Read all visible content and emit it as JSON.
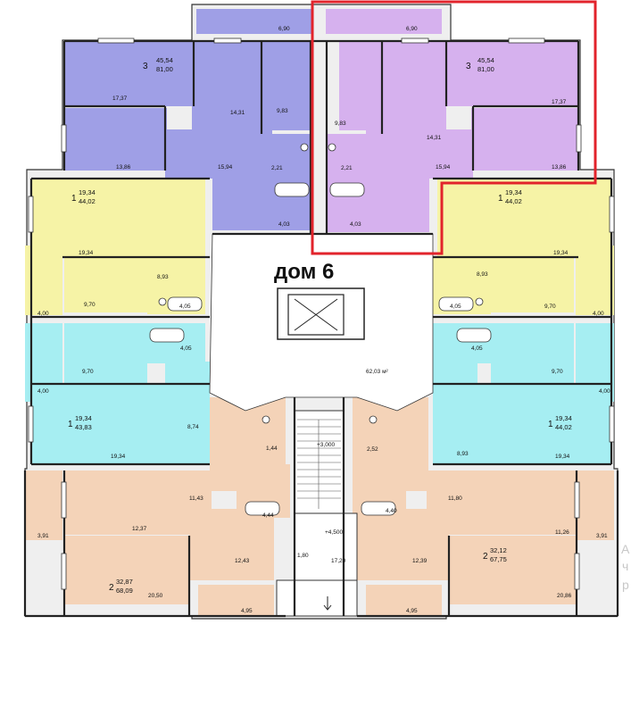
{
  "title": "дом 6",
  "colors": {
    "purple": "#9f9fe6",
    "violet": "#d6b1ee",
    "yellow": "#f6f3a6",
    "cyan": "#a6eef2",
    "peach": "#f4d3b8",
    "highlight": "#e2232b",
    "wall": "#222222"
  },
  "apartments": {
    "nw": {
      "rooms": "3",
      "area_living": "45,54",
      "area_total": "81,00"
    },
    "ne": {
      "rooms": "3",
      "area_living": "45,54",
      "area_total": "81,00"
    },
    "w1": {
      "rooms": "1",
      "area_living": "19,34",
      "area_total": "44,02"
    },
    "e1": {
      "rooms": "1",
      "area_living": "19,34",
      "area_total": "44,02"
    },
    "w2": {
      "rooms": "1",
      "area_living": "19,34",
      "area_total": "43,83"
    },
    "e2": {
      "rooms": "1",
      "area_living": "19,34",
      "area_total": "44,02"
    },
    "sw": {
      "rooms": "2",
      "area_living": "32,87",
      "area_total": "68,09"
    },
    "se": {
      "rooms": "2",
      "area_living": "32,12",
      "area_total": "67,75"
    }
  },
  "room_labels": {
    "nw_balcony": "6,90",
    "nw_r1": "17,37",
    "nw_r2": "14,31",
    "nw_r3": "9,83",
    "nw_r4": "13,86",
    "nw_r5": "15,94",
    "nw_r6": "2,21",
    "nw_r7": "4,03",
    "ne_balcony": "6,90",
    "ne_r1": "9,83",
    "ne_r2": "14,31",
    "ne_r3": "17,37",
    "ne_r4": "13,86",
    "ne_r5": "15,94",
    "ne_r6": "2,21",
    "ne_r7": "4,03",
    "w1_r1": "19,34",
    "w1_r2": "8,93",
    "w1_r3": "9,70",
    "w1_r4": "4,00",
    "w1_r5": "4,05",
    "e1_r1": "19,34",
    "e1_r2": "8,93",
    "e1_r3": "9,70",
    "e1_r4": "4,00",
    "e1_r5": "4,05",
    "w2_r1": "9,70",
    "w2_r2": "4,00",
    "w2_r3": "4,05",
    "w2_r4": "8,74",
    "w2_r5": "19,34",
    "e2_r1": "9,70",
    "e2_r2": "4,00",
    "e2_r3": "4,05",
    "e2_r4": "8,93",
    "e2_r5": "19,34",
    "hall": "62,03 м²",
    "sw_r1": "11,43",
    "sw_r2": "12,37",
    "sw_r3": "12,43",
    "sw_r4": "3,91",
    "sw_r5": "20,50",
    "sw_r6": "4,95",
    "sw_r7": "4,44",
    "sw_r8": "1,80",
    "sw_r9": "1,44",
    "se_r1": "11,80",
    "se_r2": "12,39",
    "se_r3": "11,26",
    "se_r4": "3,91",
    "se_r5": "20,86",
    "se_r6": "4,95",
    "se_r7": "4,40",
    "se_r8": "2,52",
    "se_r9": "17,20",
    "mark_up": "+3,000",
    "mark_down": "+4,500"
  },
  "side_text": [
    "А",
    "ч",
    "р"
  ]
}
